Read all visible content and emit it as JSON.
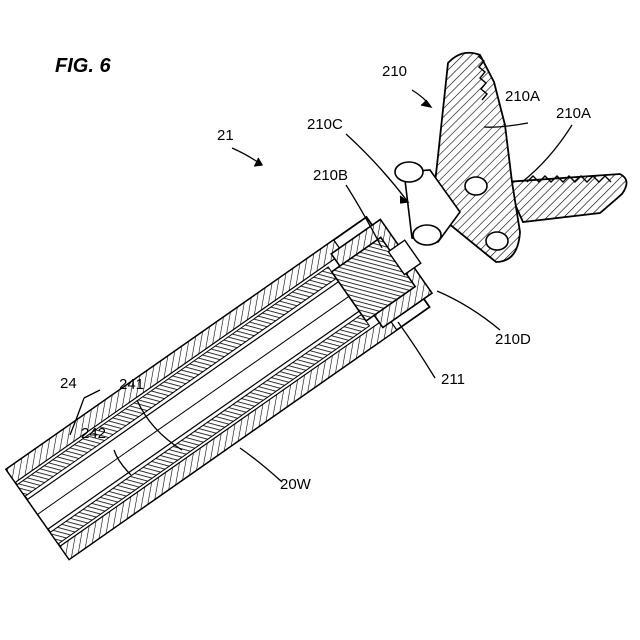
{
  "figure": {
    "title": "FIG. 6"
  },
  "labels": {
    "l21": "21",
    "l210": "210",
    "l210A_1": "210A",
    "l210A_2": "210A",
    "l210B": "210B",
    "l210C": "210C",
    "l210D": "210D",
    "l211": "211",
    "l24": "24",
    "l241": "241",
    "l242": "242",
    "l20W": "20W"
  }
}
